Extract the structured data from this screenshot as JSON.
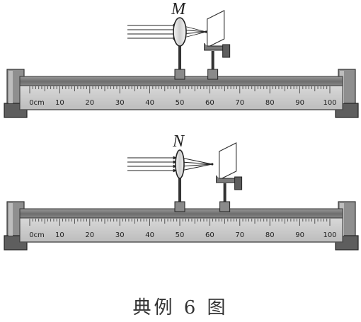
{
  "caption": "典例 6 图",
  "scale": {
    "labels": [
      "0cm",
      "10",
      "20",
      "30",
      "40",
      "50",
      "60",
      "70",
      "80",
      "90",
      "100"
    ],
    "min": 0,
    "max": 100
  },
  "setups": [
    {
      "label": "M",
      "lens_position_cm": 50,
      "screen_position_cm": 61,
      "lens_shape": "thick"
    },
    {
      "label": "N",
      "lens_position_cm": 50,
      "screen_position_cm": 65,
      "lens_shape": "thin"
    }
  ]
}
